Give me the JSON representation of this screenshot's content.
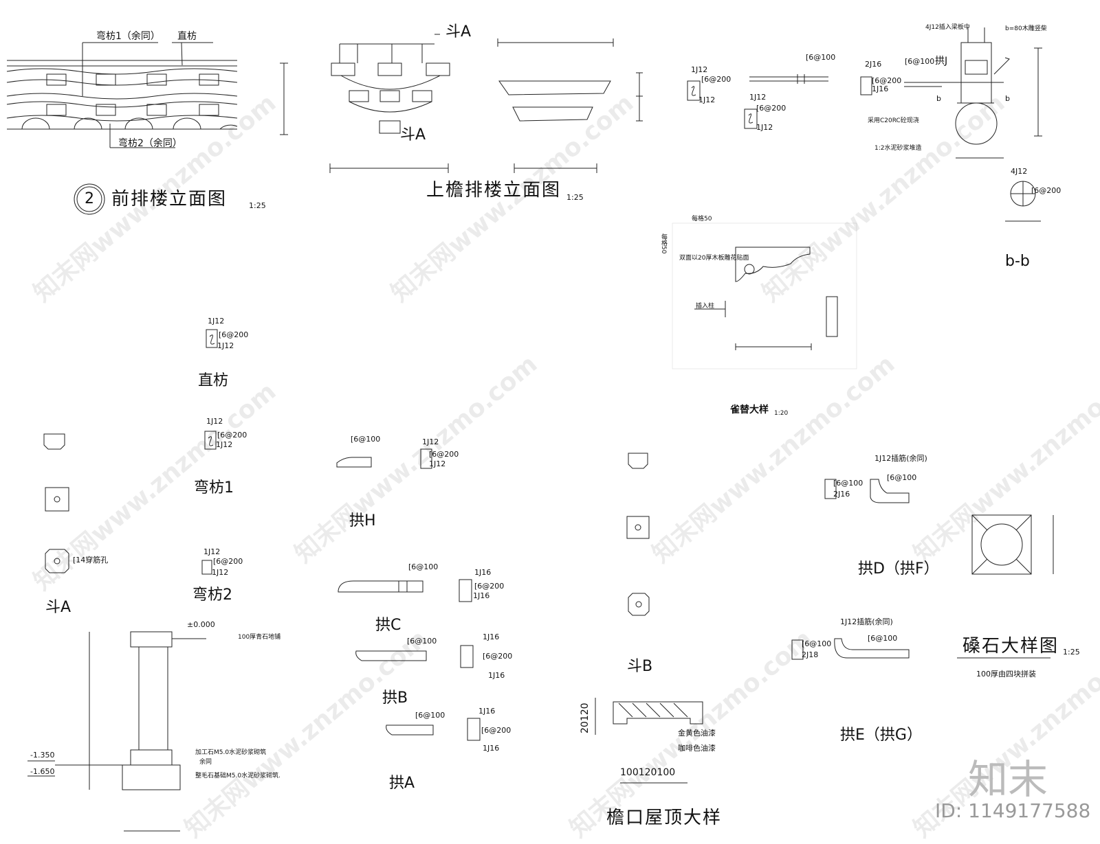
{
  "labels": {
    "wanfang1_note": "弯枋1（余同）",
    "zhifang_note": "直枋",
    "wanfang2_note": "弯枋2（余同）",
    "front_circle": "2",
    "front_title": "前排楼立面图",
    "front_scale": "1:25",
    "douA_top": "斗A",
    "douA_mid": "斗A",
    "upper_title": "上檐排楼立面图",
    "upper_scale": "1:25",
    "r_6at100_a": "[6@100",
    "r_1j12_a": "1J12",
    "r_6at200_a": "[6@200",
    "r_1j12_b": "1J12",
    "r_1j12_c": "1J12",
    "r_6at200_b": "[6@200",
    "r_1j12_d": "1J12",
    "r_4j12_top": "4J12插入梁板中",
    "r_b80": "b=80木雕竖柴",
    "r_2j16": "2J16",
    "r_6at100_b": "[6@100",
    "r_gongJ": "拱J",
    "r_6at200_c": "[6@200",
    "r_1j16": "1J16",
    "r_b_left": "b",
    "r_b_right": "b",
    "r_c20": "采用C20RC砼现浇",
    "r_mortar": "1:2水泥砂浆堆造",
    "r_4j12": "4J12",
    "r_6at200_d": "[6@200",
    "bb_title": "b-b",
    "grid_top": "每格50",
    "grid_side": "每格50",
    "grid_note": "双面以20厚木板雕花贴面",
    "grid_insert": "插入柱",
    "queti_title": "雀替大样",
    "queti_scale": "1:20",
    "zf_1j12_a": "1J12",
    "zf_6at200": "[6@200",
    "zf_1j12_b": "1J12",
    "zf_title": "直枋",
    "wf1_1j12_a": "1J12",
    "wf1_6at200": "[6@200",
    "wf1_1j12_b": "1J12",
    "wf1_title": "弯枋1",
    "wf2_1j12_a": "1J12",
    "wf2_6at200": "[6@200",
    "wf2_1j12_b": "1J12",
    "wf2_title": "弯枋2",
    "hole_note": "[14穿筋孔",
    "douA_section": "斗A",
    "pm_zero": "±0.000",
    "pm_paving": "100厚青石地铺",
    "pm_m135": "-1.350",
    "pm_m165": "-1.650",
    "pm_note1": "加工石M5.0水泥砂浆砌筑",
    "pm_note2": "余同",
    "pm_note3": "整毛石基础M5.0水泥砂浆砌筑.",
    "gh_6at100": "[6@100",
    "gh_1j12_a": "1J12",
    "gh_6at200": "[6@200",
    "gh_1j12_b": "1J12",
    "gh_title": "拱H",
    "gc_6at100": "[6@100",
    "gc_1j16_a": "1J16",
    "gc_6at200": "[6@200",
    "gc_1j16_b": "1J16",
    "gc_title": "拱C",
    "gb_6at100": "[6@100",
    "gb_1j16_a": "1J16",
    "gb_6at200": "[6@200",
    "gb_1j16_b": "1J16",
    "gb_title": "拱B",
    "ga_6at100": "[6@100",
    "ga_1j16_a": "1J16",
    "ga_6at200": "[6@200",
    "ga_1j16_b": "1J16",
    "ga_title": "拱A",
    "douB_title": "斗B",
    "eave_dim_v": "20120",
    "eave_dim_h": "100120100",
    "eave_note1": "金黄色油漆",
    "eave_note2": "咖啡色油漆",
    "eave_title": "檐口屋顶大样",
    "gd_1j12": "1J12插筋(余同)",
    "gd_6at100_a": "[6@100",
    "gd_2j16": "2J16",
    "gd_6at100_b": "[6@100",
    "gd_title": "拱D（拱F）",
    "ge_1j12": "1J12插筋(余同)",
    "ge_6at100_a": "[6@100",
    "ge_2j18": "2J18",
    "ge_6at100_b": "[6@100",
    "ge_title": "拱E（拱G）",
    "zs_title": "磉石大样图",
    "zs_scale": "1:25",
    "zs_note": "100厚由四块拼装",
    "logo": "知末",
    "id_text": "ID: 1149177588"
  },
  "watermark": "知末网www.znzmo.com"
}
